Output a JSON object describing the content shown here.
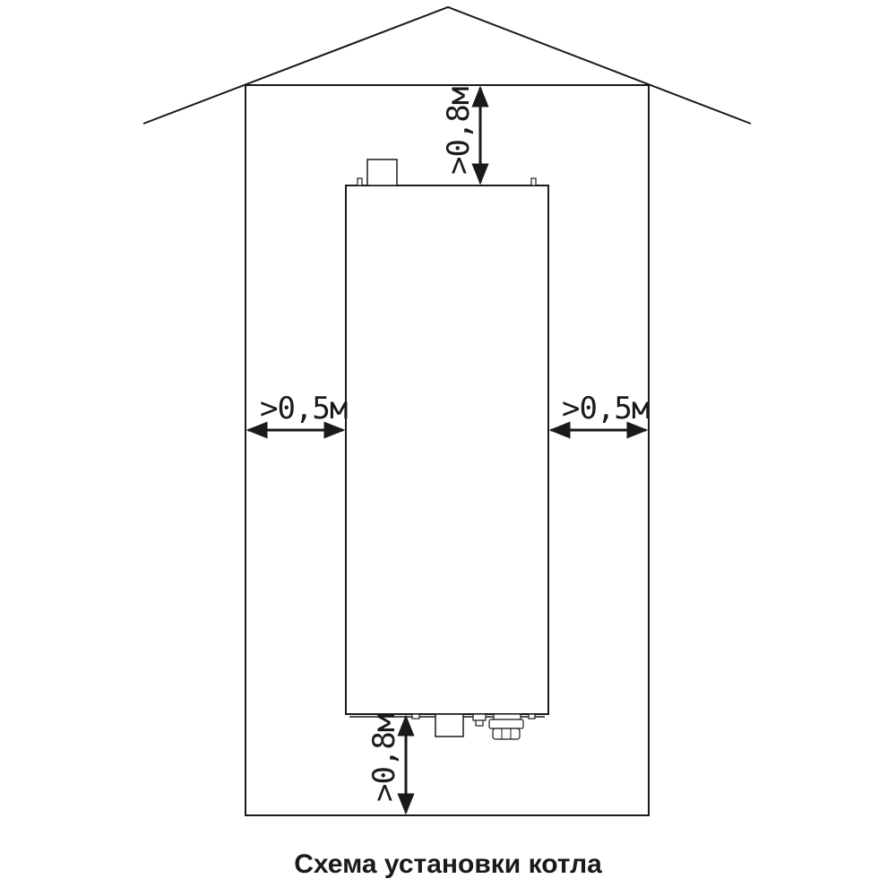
{
  "caption": "Схема установки котла",
  "clearances": {
    "top": ">0,8м",
    "bottom": ">0,8м",
    "left": ">0,5м",
    "right": ">0,5м"
  },
  "colors": {
    "line": "#1a1a1a",
    "background": "#ffffff"
  }
}
